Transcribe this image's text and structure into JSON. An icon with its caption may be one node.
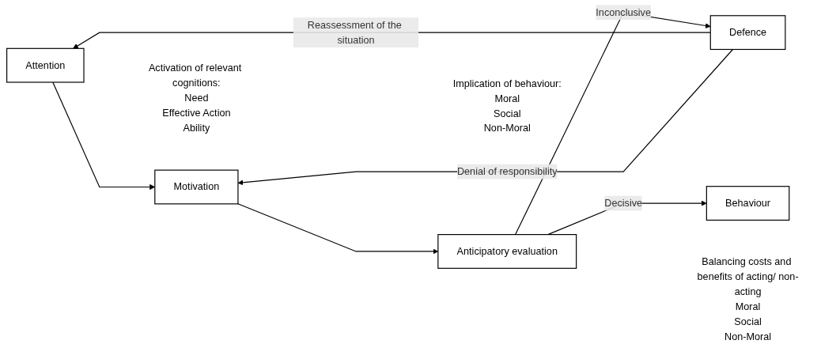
{
  "diagram": {
    "nodes": [
      {
        "text": [
          "Attention"
        ],
        "beside": [
          "Activation of relevant cognitions:",
          "Need",
          "Effective Action",
          "Ability"
        ]
      },
      {
        "text": [
          "Motivation"
        ],
        "beside": [
          "Implication of behaviour:",
          "Moral",
          "Social",
          "Non-Moral"
        ]
      },
      {
        "text": [
          "Anticipatory evaluation"
        ],
        "beside": [
          "Balancing costs and benefits of acting/ non-acting",
          "Moral",
          "Social",
          "Non-Moral"
        ]
      },
      {
        "text": [
          "Defence"
        ]
      },
      {
        "text": [
          "Behaviour"
        ]
      }
    ],
    "edges": [
      {
        "from": 0,
        "to": 1,
        "arrow": "to"
      },
      {
        "from": 1,
        "to": 2,
        "arrow": "to"
      },
      {
        "from": 2,
        "to": 3,
        "arrow": "to",
        "label": "Inconclusive"
      },
      {
        "from": 2,
        "to": 4,
        "arrow": "to",
        "label": "Decisive"
      },
      {
        "from": 3,
        "to": 0,
        "arrow": "to",
        "label": "Reassessment of the situation"
      },
      {
        "from": 3,
        "to": 1,
        "arrow": "to",
        "label": "Denial of responsibility"
      }
    ]
  }
}
